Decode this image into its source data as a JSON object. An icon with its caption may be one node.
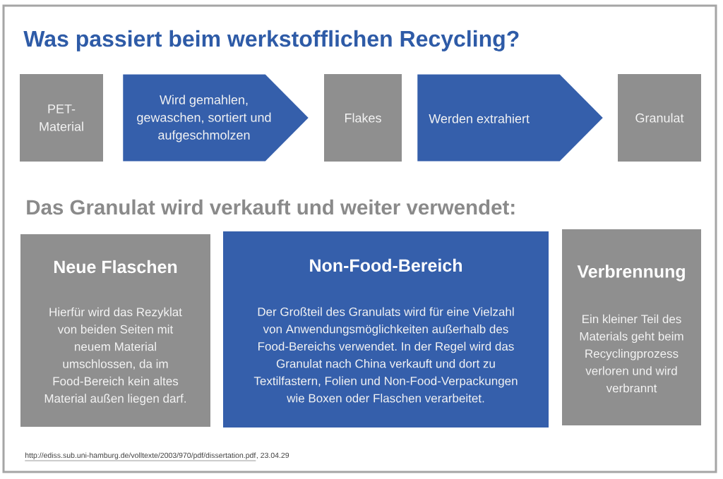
{
  "diagram": {
    "title": "Was passiert beim werkstofflichen Recycling?",
    "nodes": [
      {
        "text": [
          "PET-Material"
        ]
      },
      {
        "text": [
          "Flakes"
        ]
      },
      {
        "text": [
          "Granulat"
        ]
      },
      {
        "text": [
          "Neue Flaschen",
          "Hierfür wird das Rezyklat von beiden Seiten mit neuem Material umschlossen, da im Food-Bereich kein altes Material außen liegen darf."
        ]
      },
      {
        "text": [
          "Non-Food-Bereich",
          "Der Großteil des Granulats wird für eine Vielzahl von Anwendungsmöglichkeiten außerhalb des Food-Bereichs verwendet. In der Regel wird das Granulat nach China verkauft und dort zu Textilfastern, Folien und Non-Food-Verpackungen wie Boxen oder Flaschen verarbeitet."
        ]
      },
      {
        "text": [
          "Verbrennung",
          "Ein kleiner Teil des Materials geht beim Recyclingprozess verloren und wird verbrannt"
        ]
      }
    ],
    "edges": [
      {
        "from": 0,
        "to": 1,
        "arrow": "to",
        "label": "Wird gemahlen, gewaschen, sortiert und aufgeschmolzen"
      },
      {
        "from": 1,
        "to": 2,
        "arrow": "to",
        "label": "Werden extrahiert"
      }
    ],
    "labels": [
      "Das Granulat wird verkauft und weiter verwendet:",
      "http://ediss.sub.uni-hamburg.de/volltexte/2003/970/pdf/dissertation.pdf",
      ", 23.04.29"
    ]
  }
}
